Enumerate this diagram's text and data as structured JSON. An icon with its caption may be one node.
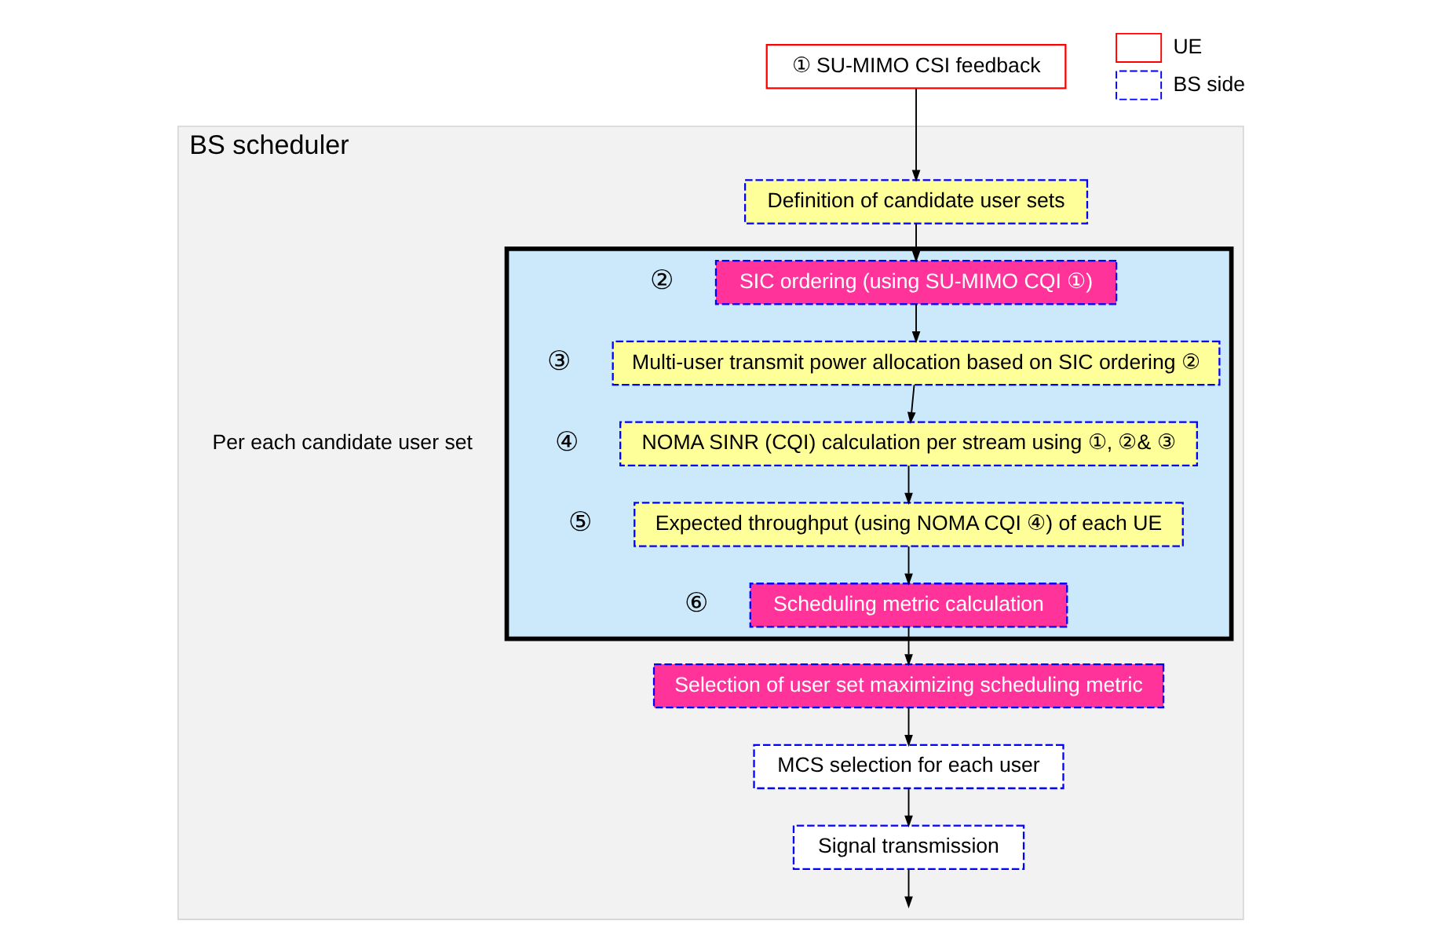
{
  "diagram": {
    "nodes": [
      {
        "text": [
          "① SU-MIMO CSI feedback"
        ]
      },
      {
        "text": [
          "BS scheduler"
        ]
      },
      {
        "text": [
          "Definition of candidate user sets"
        ],
        "in": 1
      },
      {
        "text": [],
        "shape": "box",
        "in": 1
      },
      {
        "text": [
          "SIC ordering (using SU-MIMO CQI ①)"
        ],
        "beside": [
          "②"
        ],
        "in": 3
      },
      {
        "text": [
          "Multi-user transmit power allocation based on SIC ordering ②"
        ],
        "beside": [
          "③"
        ],
        "in": 3
      },
      {
        "text": [
          "NOMA SINR (CQI) calculation per stream using ①, ②& ③"
        ],
        "beside": [
          "④"
        ],
        "in": 3
      },
      {
        "text": [
          "Expected throughput (using NOMA CQI ④) of each UE"
        ],
        "beside": [
          "⑤"
        ],
        "in": 3
      },
      {
        "text": [
          "Scheduling metric calculation"
        ],
        "beside": [
          "⑥"
        ],
        "in": 3
      },
      {
        "text": [
          "Selection of user set maximizing scheduling metric"
        ],
        "in": 1
      },
      {
        "text": [
          "MCS selection for each user"
        ],
        "in": 1
      },
      {
        "text": [
          "Signal transmission"
        ],
        "in": 1
      }
    ],
    "edges": [
      {
        "from": 0,
        "to": 2,
        "arrow": "to"
      },
      {
        "from": 2,
        "to": 4,
        "arrow": "to"
      },
      {
        "from": 4,
        "to": 5,
        "arrow": "to"
      },
      {
        "from": 5,
        "to": 6,
        "arrow": "to"
      },
      {
        "from": 6,
        "to": 7,
        "arrow": "to"
      },
      {
        "from": 7,
        "to": 8,
        "arrow": "to"
      },
      {
        "from": 8,
        "to": 9,
        "arrow": "to"
      },
      {
        "from": 9,
        "to": 10,
        "arrow": "to"
      },
      {
        "from": 10,
        "to": 11,
        "arrow": "to"
      },
      {
        "from": 11,
        "to": null,
        "arrow": "to"
      }
    ],
    "labels": [
      "Per each candidate user set"
    ],
    "legend": [
      {
        "text": "UE"
      },
      {
        "text": "BS side"
      }
    ]
  }
}
